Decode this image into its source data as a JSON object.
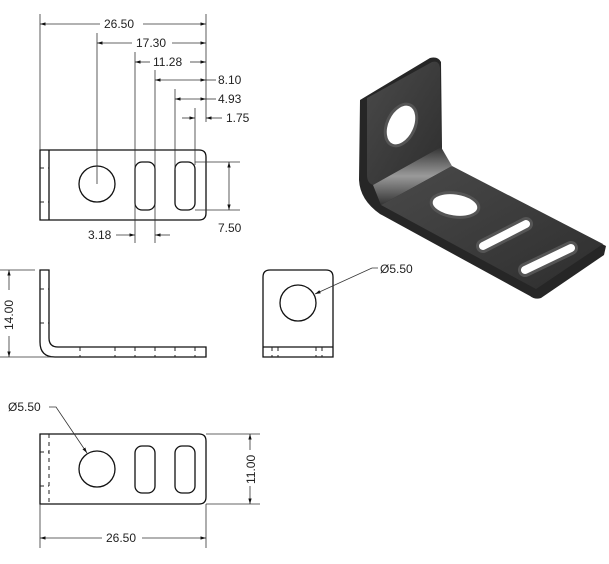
{
  "top_view": {
    "overall_length": "26.50",
    "hole_center": "17.30",
    "slot1_left": "11.28",
    "slot1_right": "8.10",
    "slot2_left": "4.93",
    "slot2_right": "1.75",
    "slot_height": "7.50",
    "slot_width": "3.18"
  },
  "side_view": {
    "height": "14.00"
  },
  "front_view": {
    "hole_diameter": "Ø5.50"
  },
  "bottom_view": {
    "hole_diameter": "Ø5.50",
    "width": "11.00",
    "overall_length": "26.50"
  },
  "colors": {
    "line": "#111111",
    "part_dark": "#3a3a3a",
    "part_highlight": "#8a8a8a"
  }
}
